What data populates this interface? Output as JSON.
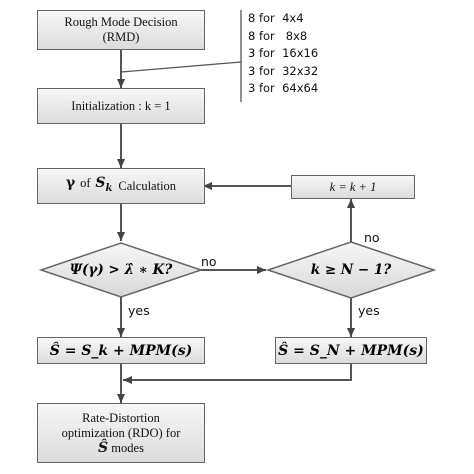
{
  "diagram": {
    "nodes": {
      "rmd": {
        "line1": "Rough Mode Decision",
        "line2": "(RMD)"
      },
      "init": {
        "label": "Initialization : k = 1"
      },
      "gamma_calc": {
        "label": "Calculation"
      },
      "increment": {
        "label": "k = k + 1"
      },
      "decision_threshold": {
        "label": "Ψ(γ) > λ̂ ∗ K?"
      },
      "decision_count": {
        "label": "k ≥ N − 1?"
      },
      "mpm_k": {
        "label": "Ŝ = S_k + MPM(s)"
      },
      "mpm_n": {
        "label": "Ŝ = S_N + MPM(s)"
      },
      "rdo": {
        "line1": "Rate-Distortion",
        "line2": "optimization (RDO) for",
        "line3": "modes"
      }
    },
    "mode_counts": [
      "8 for  4x4",
      "8 for   8x8",
      "3 for  16x16",
      "3 for  32x32",
      "3 for  64x64"
    ],
    "edge_labels": {
      "no_right": "no",
      "no_up": "no",
      "yes_left": "yes",
      "yes_right": "yes"
    }
  }
}
